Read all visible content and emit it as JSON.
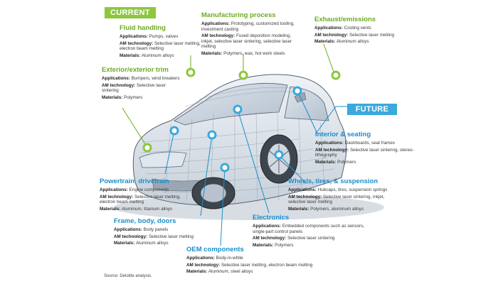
{
  "badges": {
    "current": "CURRENT",
    "future": "FUTURE"
  },
  "labels": {
    "applications": "Applications:",
    "am_technology": "AM technology:",
    "materials": "Materials:"
  },
  "callouts": [
    {
      "title": "Fluid handling",
      "applications": "Pumps, valves",
      "am_technology": "Selective laser melting, electron beam melting",
      "materials": "Aluminum alloys"
    },
    {
      "title": "Manufacturing process",
      "applications": "Prototyping, customized tooling, investment casting",
      "am_technology": "Fused deposition modeling, inkjet, selective laser sintering, selective laser melting",
      "materials": "Polymers, wax, hot work steels"
    },
    {
      "title": "Exhaust/emissions",
      "applications": "Cooling vents",
      "am_technology": "Selective laser melting",
      "materials": "Aluminum alloys"
    },
    {
      "title": "Exterior/exterior trim",
      "applications": "Bumpers, wind breakers",
      "am_technology": "Selective laser sintering",
      "materials": "Polymers"
    },
    {
      "title": "Interior & seating",
      "applications": "Dashboards, seat frames",
      "am_technology": "Selective laser sintering, stereo-lithography",
      "materials": "Polymers"
    },
    {
      "title": "Powertrain, drivetrain",
      "applications": "Engine components",
      "am_technology": "Selective laser melting, electron beam melting",
      "materials": "Aluminum, titanium alloys"
    },
    {
      "title": "Wheels, tires, & suspension",
      "applications": "Hubcaps, tires, suspension springs",
      "am_technology": "Selective laser sintering, inkjet, selective laser melting",
      "materials": "Polymers, aluminum alloys"
    },
    {
      "title": "Frame, body, doors",
      "applications": "Body panels",
      "am_technology": "Selective laser melting",
      "materials": "Aluminum alloys"
    },
    {
      "title": "Electronics",
      "applications": "Embedded components such as sensors, single-part control panels",
      "am_technology": "Selective laser sintering",
      "materials": "Polymers"
    },
    {
      "title": "OEM components",
      "applications": "Body-in-white",
      "am_technology": "Selective laser melting, electron beam melting",
      "materials": "Aluminum, steel alloys"
    }
  ],
  "source": "Source: Deloitte analysis.",
  "colors": {
    "current": "#8dc63f",
    "future": "#3aa9dc",
    "current_text": "#6cab1f",
    "future_text": "#1a8fcb"
  }
}
